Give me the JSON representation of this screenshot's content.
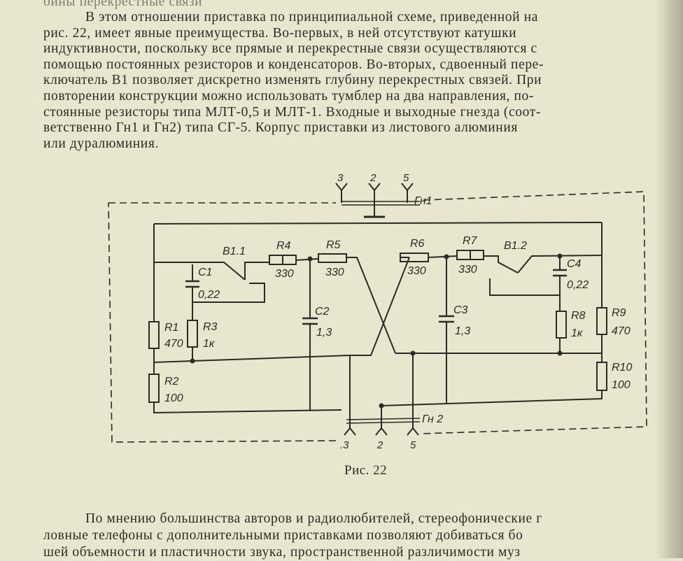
{
  "paragraph_top": {
    "lines": [
      "оины перекрестные связи",
      "В этом отношении приставка по принципиальной схеме, приведенной на",
      "рис. 22, имеет явные преимущества. Во-первых, в ней отсутствуют катушки",
      "индуктивности, поскольку все прямые и перекрестные связи осуществляются с",
      "помощью постоянных резисторов и конденсаторов. Во-вторых, сдвоенный пере-",
      "ключатель В1 позволяет дискретно изменять глубину перекрестных связей. При",
      "повторении конструкции можно использовать тумблер на два направления, по-",
      "стоянные резисторы типа МЛТ-0,5 и МЛТ-1. Входные и выходные гнезда (соот-",
      "ветственно Гн1 и Гн2) типа СГ-5. Корпус приставки из листового алюминия",
      "или дуралюминия."
    ]
  },
  "schematic": {
    "connector_top": {
      "name": "Гн1",
      "pins": [
        "3",
        "2",
        "5"
      ]
    },
    "connector_bottom": {
      "name": "Гн 2",
      "pins": [
        ".3",
        "2",
        "5"
      ]
    },
    "switches": [
      "В1.1",
      "В1.2"
    ],
    "components": {
      "R1": {
        "label": "R1",
        "value": "470"
      },
      "R2": {
        "label": "R2",
        "value": "100"
      },
      "R3": {
        "label": "R3",
        "value": "1к"
      },
      "R4": {
        "label": "R4",
        "value": "330"
      },
      "R5": {
        "label": "R5",
        "value": "330"
      },
      "R6": {
        "label": "R6",
        "value": "330"
      },
      "R7": {
        "label": "R7",
        "value": "330"
      },
      "R8": {
        "label": "R8",
        "value": "1к"
      },
      "R9": {
        "label": "R9",
        "value": "470"
      },
      "R10": {
        "label": "R10",
        "value": "100"
      },
      "C1": {
        "label": "С1",
        "value": "0,22"
      },
      "C2": {
        "label": "С2",
        "value": "1,3"
      },
      "C3": {
        "label": "С3",
        "value": "1,3"
      },
      "C4": {
        "label": "С4",
        "value": "0,22"
      }
    }
  },
  "caption": "Рис. 22",
  "paragraph_bottom": {
    "lines": [
      "По мнению большинства авторов и радиолюбителей, стереофонические г",
      "ловные телефоны с дополнительными приставками позволяют добиваться бо",
      "шей объемности и пластичности звука, пространственной различимости муз"
    ]
  }
}
